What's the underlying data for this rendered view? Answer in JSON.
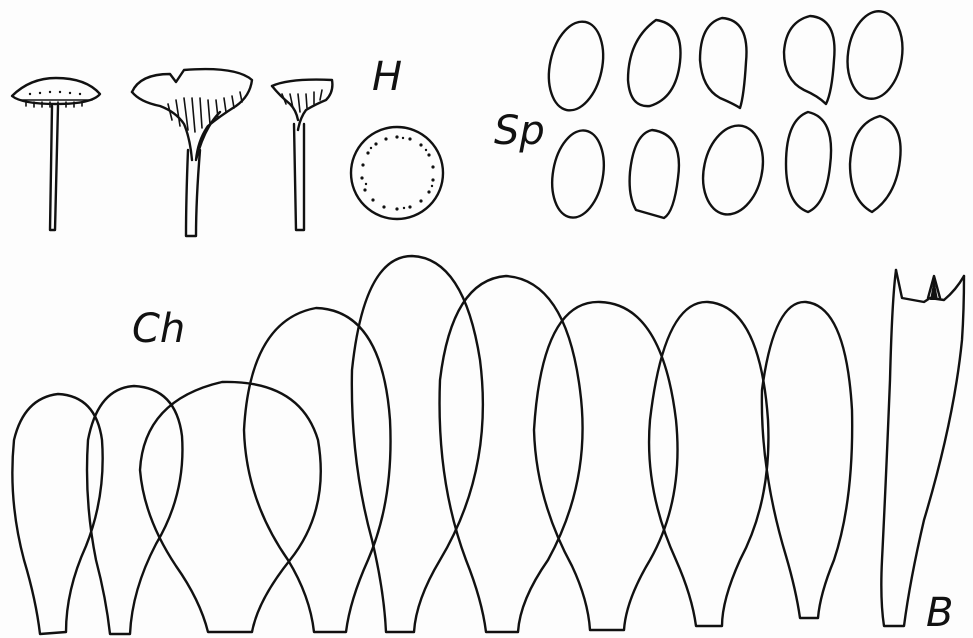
{
  "labels": {
    "habit": "H",
    "spores": "Sp",
    "cheilocystidia": "Ch",
    "basidium": "B"
  },
  "colors": {
    "ink": "#111111",
    "paper": "#fdfdfd"
  }
}
